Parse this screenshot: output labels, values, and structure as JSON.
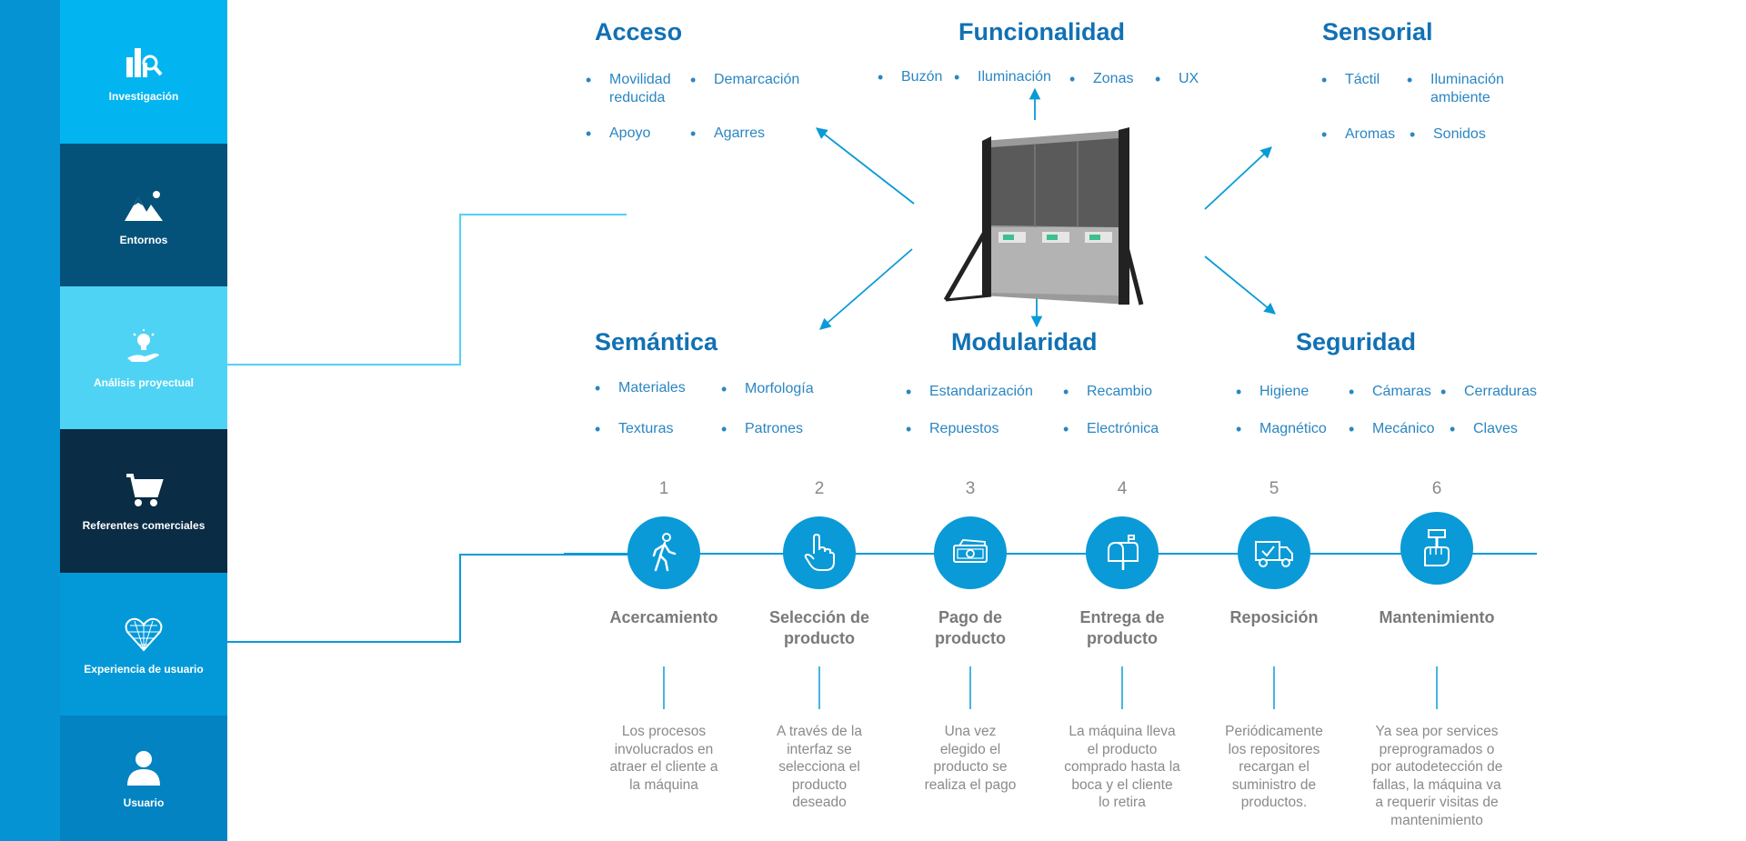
{
  "sidebar": {
    "items": [
      {
        "label": "Investigación",
        "icon": "research-chart-icon",
        "color": "#02b5f0"
      },
      {
        "label": "Entornos",
        "icon": "mountains-icon",
        "color": "#04527a"
      },
      {
        "label": "Análisis proyectual",
        "icon": "lightbulb-hand-icon",
        "color": "#4fd3f5"
      },
      {
        "label": "Referentes comerciales",
        "icon": "shopping-cart-icon",
        "color": "#0a2c45"
      },
      {
        "label": "Experiencia de usuario",
        "icon": "heart-grid-icon",
        "color": "#0399d8"
      },
      {
        "label": "Usuario",
        "icon": "user-icon",
        "color": "#0383c2"
      }
    ],
    "edge_color": "#0593d3"
  },
  "categories": {
    "acceso": {
      "title": "Acceso",
      "items": [
        "Movilidad",
        "reducida",
        "Demarcación",
        "Apoyo",
        "Agarres"
      ]
    },
    "funcionalidad": {
      "title": "Funcionalidad",
      "items": [
        "Buzón",
        "Iluminación",
        "Zonas",
        "UX"
      ]
    },
    "sensorial": {
      "title": "Sensorial",
      "items": [
        "Táctil",
        "Iluminación",
        "ambiente",
        "Aromas",
        "Sonidos"
      ]
    },
    "semantica": {
      "title": "Semántica",
      "items": [
        "Materiales",
        "Morfología",
        "Texturas",
        "Patrones"
      ]
    },
    "modularidad": {
      "title": "Modularidad",
      "items": [
        "Estandarización",
        "Recambio",
        "Repuestos",
        "Electrónica"
      ]
    },
    "seguridad": {
      "title": "Seguridad",
      "items": [
        "Higiene",
        "Cámaras",
        "Cerraduras",
        "Magnético",
        "Mecánico",
        "Claves"
      ]
    }
  },
  "steps": [
    {
      "number": "1",
      "icon": "walking-person-icon",
      "title": [
        "Acercamiento",
        ""
      ],
      "desc": [
        "Los procesos",
        "involucrados en",
        "atraer el cliente a",
        "la máquina",
        ""
      ]
    },
    {
      "number": "2",
      "icon": "pointing-hand-icon",
      "title": [
        "Selección de",
        "producto"
      ],
      "desc": [
        "A través de la",
        "interfaz se",
        "selecciona el",
        "producto",
        "deseado"
      ]
    },
    {
      "number": "3",
      "icon": "money-bill-icon",
      "title": [
        "Pago de",
        "producto"
      ],
      "desc": [
        "Una vez",
        "elegido el",
        "producto se",
        "realiza el pago",
        ""
      ]
    },
    {
      "number": "4",
      "icon": "mailbox-icon",
      "title": [
        "Entrega de",
        "producto"
      ],
      "desc": [
        "La máquina lleva",
        "el producto",
        "comprado hasta la",
        "boca y el cliente",
        "lo retira"
      ]
    },
    {
      "number": "5",
      "icon": "delivery-truck-icon",
      "title": [
        "Reposición",
        ""
      ],
      "desc": [
        "Periódicamente",
        "los repositores",
        "recargan el",
        "suministro de",
        "productos."
      ]
    },
    {
      "number": "6",
      "icon": "hammer-hand-icon",
      "title": [
        "Mantenimiento",
        ""
      ],
      "desc": [
        "Ya sea por services",
        "preprogramados o",
        "por autodetección de",
        "fallas, la máquina va",
        "a requerir visitas de",
        "mantenimiento"
      ]
    }
  ],
  "colors": {
    "accent": "#0a9ad7",
    "heading": "#1171b4",
    "bullet_text": "#2a86c2",
    "gray_text": "#8a8a8a"
  }
}
